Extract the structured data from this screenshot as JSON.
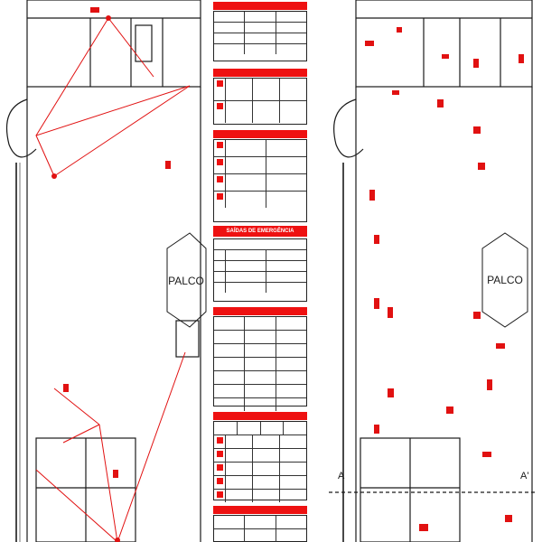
{
  "colors": {
    "accent": "#e11111",
    "line": "#1a1a1a",
    "bg": "#ffffff"
  },
  "plan_left": {
    "stage_label": "PALCO"
  },
  "plan_right": {
    "stage_label": "PALCO",
    "section_a": "A",
    "section_a2": "A'"
  },
  "legend": {
    "sec1_title": "",
    "sec2_title": "",
    "sec3_title": "",
    "sec4_title": "SAÍDAS DE EMERGÊNCIA",
    "sec5_title": "",
    "sec6_title": "",
    "sec7_title": ""
  }
}
